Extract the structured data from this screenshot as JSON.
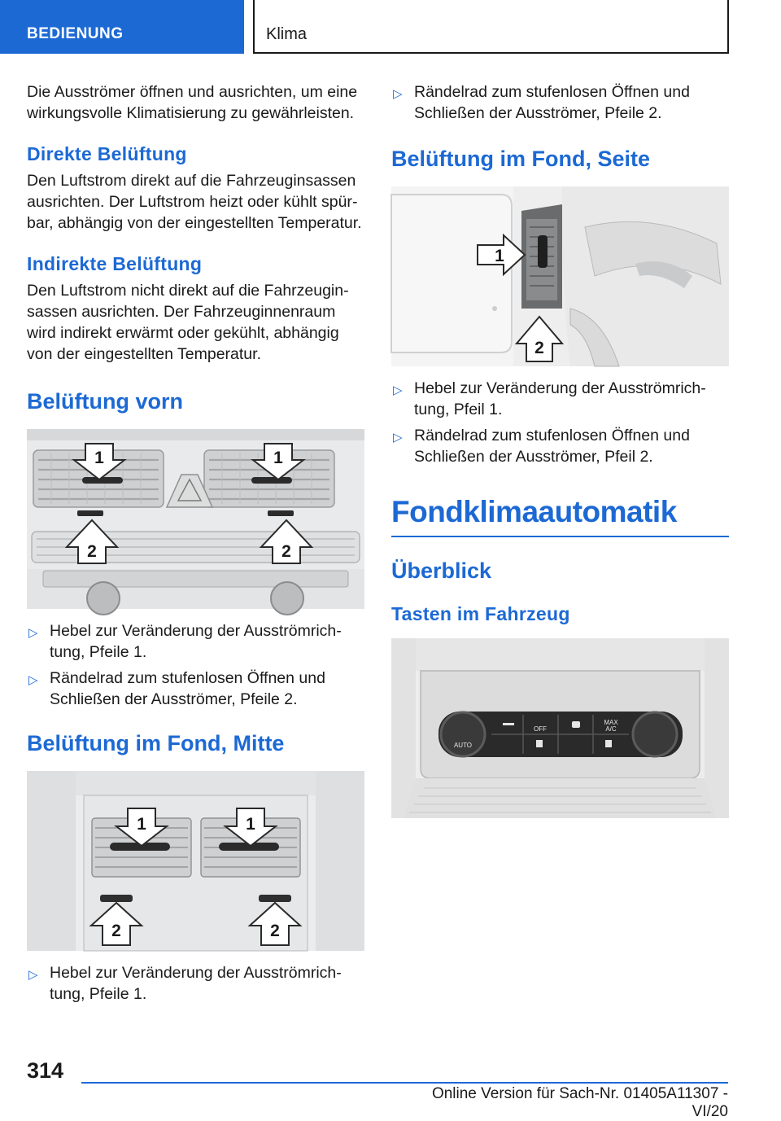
{
  "header": {
    "section": "BEDIENUNG",
    "chapter": "Klima"
  },
  "left": {
    "intro": "Die Ausströmer öffnen und ausrichten, um eine wirkungsvolle Klimatisierung zu gewährleisten.",
    "direct_title": "Direkte Belüftung",
    "direct_text": "Den Luftstrom direkt auf die Fahrzeuginsassen ausrichten. Der Luftstrom heizt oder kühlt spür­bar, abhängig von der eingestellten Temperatur.",
    "indirect_title": "Indirekte Belüftung",
    "indirect_text": "Den Luftstrom nicht direkt auf die Fahrzeugin­sassen ausrichten. Der Fahrzeuginnenraum wird indirekt erwärmt oder gekühlt, abhängig von der eingestellten Temperatur.",
    "front_title": "Belüftung vorn",
    "front_items": [
      "Hebel zur Veränderung der Ausströmrich­tung, Pfeile 1.",
      "Rändelrad zum stufenlosen Öffnen und Schließen der Ausströmer, Pfeile 2."
    ],
    "rear_mid_title": "Belüftung im Fond, Mitte",
    "rear_mid_items": [
      "Hebel zur Veränderung der Ausströmrich­tung, Pfeile 1."
    ]
  },
  "right": {
    "cont_items": [
      "Rändelrad zum stufenlosen Öffnen und Schließen der Ausströmer, Pfeile 2."
    ],
    "rear_side_title": "Belüftung im Fond, Seite",
    "rear_side_items": [
      "Hebel zur Veränderung der Ausströmrich­tung, Pfeil 1.",
      "Rändelrad zum stufenlosen Öffnen und Schließen der Ausströmer, Pfeil 2."
    ],
    "chapter_title": "Fondklimaautomatik",
    "overview_title": "Überblick",
    "buttons_title": "Tasten im Fahrzeug"
  },
  "callouts": {
    "one": "1",
    "two": "2"
  },
  "panel_labels": {
    "auto": "AUTO",
    "max": "MAX",
    "ac": "A/C",
    "off": "OFF"
  },
  "footer": {
    "page": "314",
    "text": "Online Version für Sach-Nr. 01405A11307 - VI/20"
  },
  "colors": {
    "accent": "#1c69d4"
  }
}
